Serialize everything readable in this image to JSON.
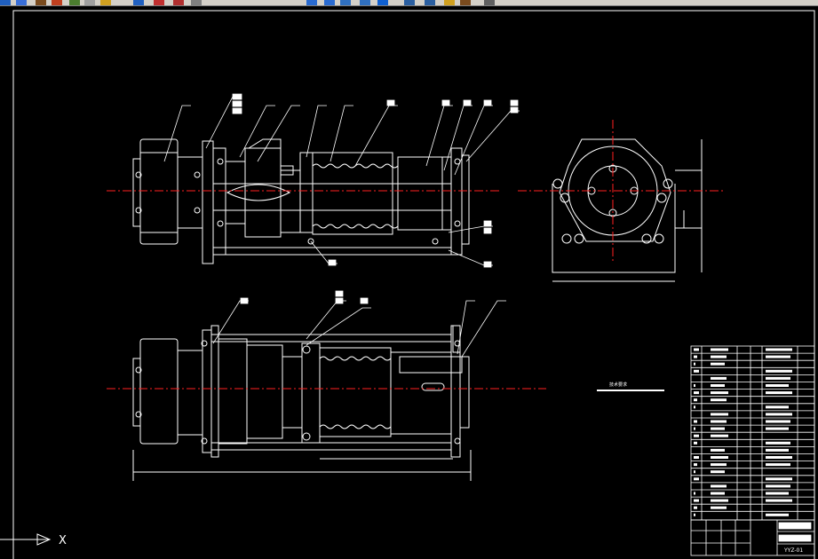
{
  "window": {
    "title": ""
  },
  "toolbar": {
    "buttons": [
      {
        "icon": "undo-icon",
        "color": "#1f5fbf"
      },
      {
        "icon": "save-icon",
        "color": "#3a6fd8"
      },
      {
        "icon": "cut-icon",
        "color": "#7a4b1e"
      },
      {
        "icon": "copy-icon",
        "color": "#c04020"
      },
      {
        "icon": "layer-icon",
        "color": "#4b7d2f"
      },
      {
        "icon": "properties-icon",
        "color": "#a0a0a0"
      },
      {
        "icon": "match-icon",
        "color": "#d0a020"
      },
      {
        "icon": "pan-icon",
        "color": "#2060c0"
      },
      {
        "icon": "zoom-icon",
        "color": "#c03030"
      },
      {
        "icon": "zoom-window-icon",
        "color": "#b03030"
      },
      {
        "icon": "zoom-previous-icon",
        "color": "#808080"
      },
      {
        "icon": "dimension-icon",
        "color": "#2a6bd0"
      },
      {
        "icon": "text-icon",
        "color": "#2a6bd0"
      },
      {
        "icon": "table-icon",
        "color": "#3070c0"
      },
      {
        "icon": "block-icon",
        "color": "#3070c0"
      },
      {
        "icon": "help-icon",
        "color": "#1060d0"
      },
      {
        "icon": "3d-orbit-icon",
        "color": "#2b5fa0"
      },
      {
        "icon": "render-icon",
        "color": "#2b5fa0"
      },
      {
        "icon": "light-icon",
        "color": "#d0a020"
      },
      {
        "icon": "material-icon",
        "color": "#7a4b1e"
      },
      {
        "icon": "window-icon",
        "color": "#606060"
      }
    ]
  },
  "drawing": {
    "note_label": "技术要求",
    "ucs_x_label": "X",
    "colors": {
      "background": "#000000",
      "outline": "#ffffff",
      "centerline": "#ff2020",
      "hatch": "#ffffff"
    },
    "title_block": {
      "school": "",
      "drawing_name": "",
      "drawing_number": "YYZ-01"
    }
  }
}
